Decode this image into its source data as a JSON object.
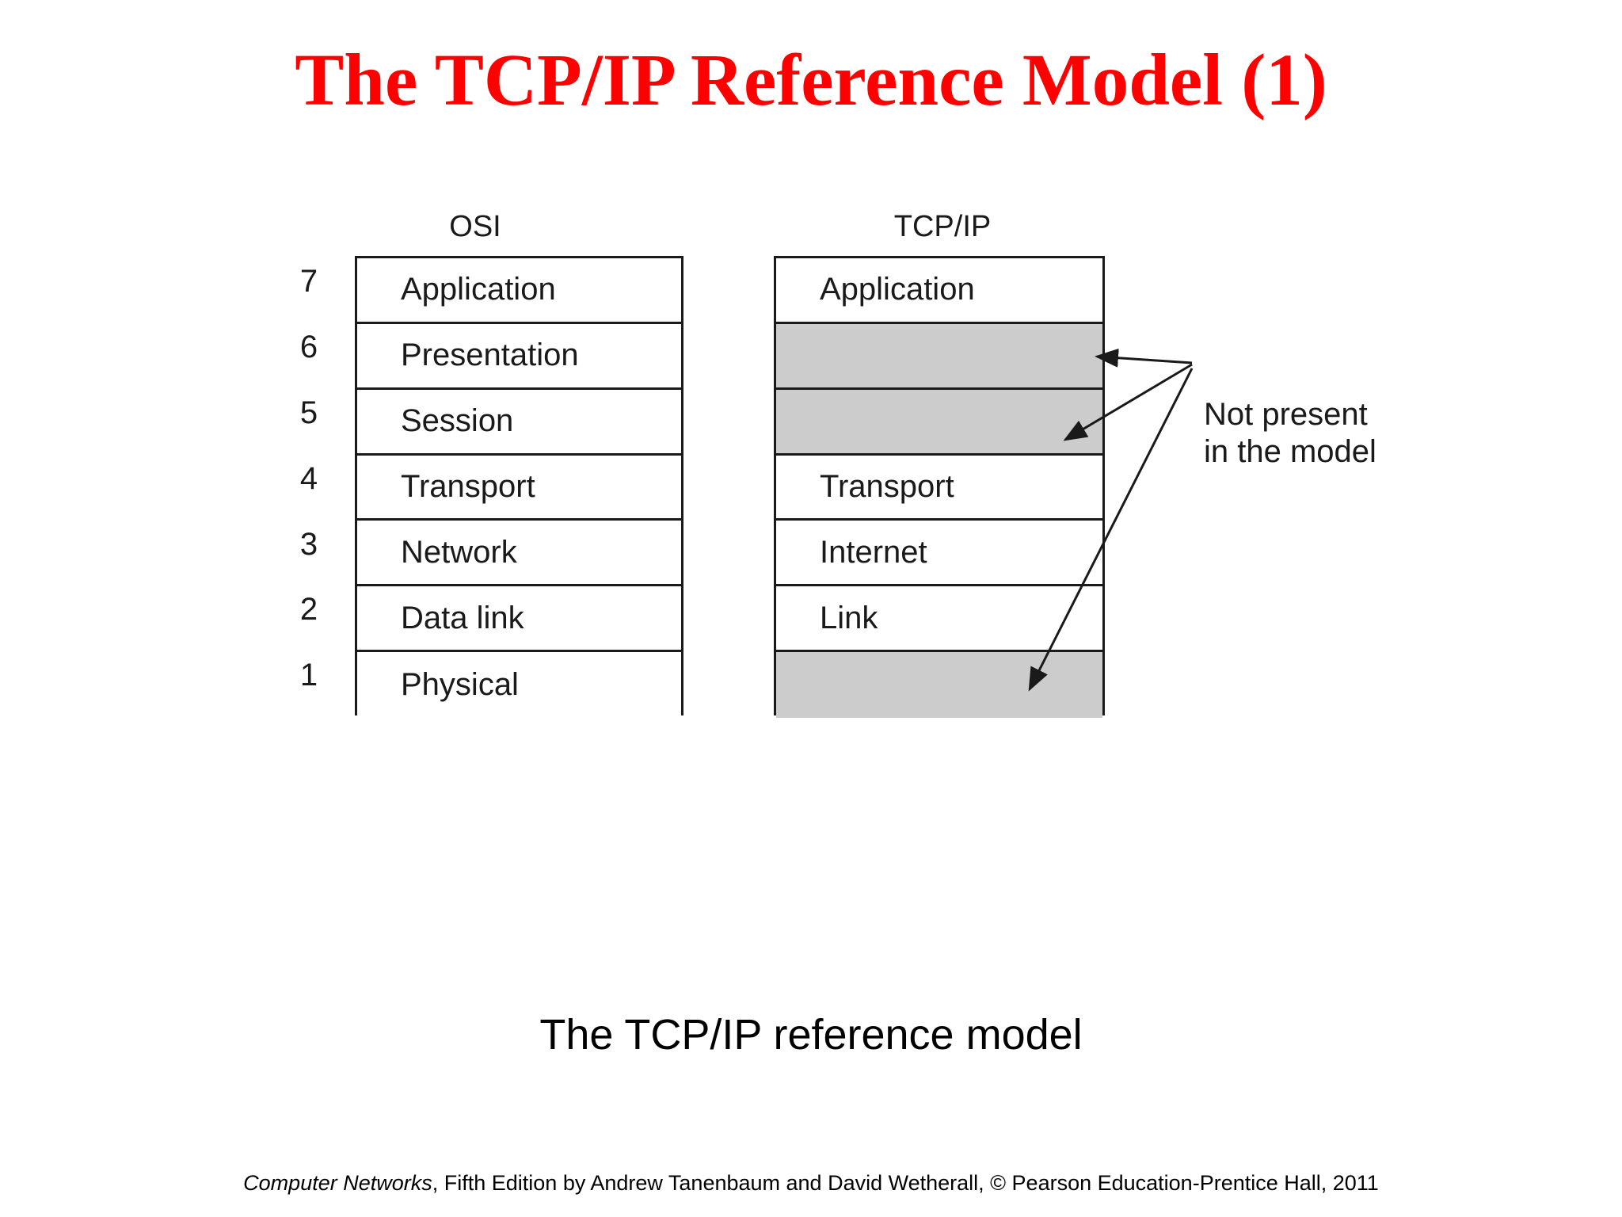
{
  "slide": {
    "title": "The TCP/IP Reference Model (1)",
    "caption": "The TCP/IP reference model",
    "footer": {
      "book": "Computer Networks",
      "rest": ", Fifth Edition by Andrew Tanenbaum and David Wetherall, ©  Pearson Education-Prentice Hall, 2011"
    }
  },
  "diagram": {
    "osi": {
      "header": "OSI",
      "layers": [
        {
          "number": "7",
          "label": "Application"
        },
        {
          "number": "6",
          "label": "Presentation"
        },
        {
          "number": "5",
          "label": "Session"
        },
        {
          "number": "4",
          "label": "Transport"
        },
        {
          "number": "3",
          "label": "Network"
        },
        {
          "number": "2",
          "label": "Data link"
        },
        {
          "number": "1",
          "label": "Physical"
        }
      ]
    },
    "tcpip": {
      "header": "TCP/IP",
      "layers": [
        {
          "label": "Application",
          "shaded": false
        },
        {
          "label": "",
          "shaded": true
        },
        {
          "label": "",
          "shaded": true
        },
        {
          "label": "Transport",
          "shaded": false
        },
        {
          "label": "Internet",
          "shaded": false
        },
        {
          "label": "Link",
          "shaded": false
        },
        {
          "label": "",
          "shaded": true
        }
      ]
    },
    "annotation": {
      "line1": "Not present",
      "line2": "in the model"
    }
  },
  "colors": {
    "title": "#ff0000",
    "shaded_layer": "#cccccc",
    "stroke": "#1a1a1a"
  }
}
